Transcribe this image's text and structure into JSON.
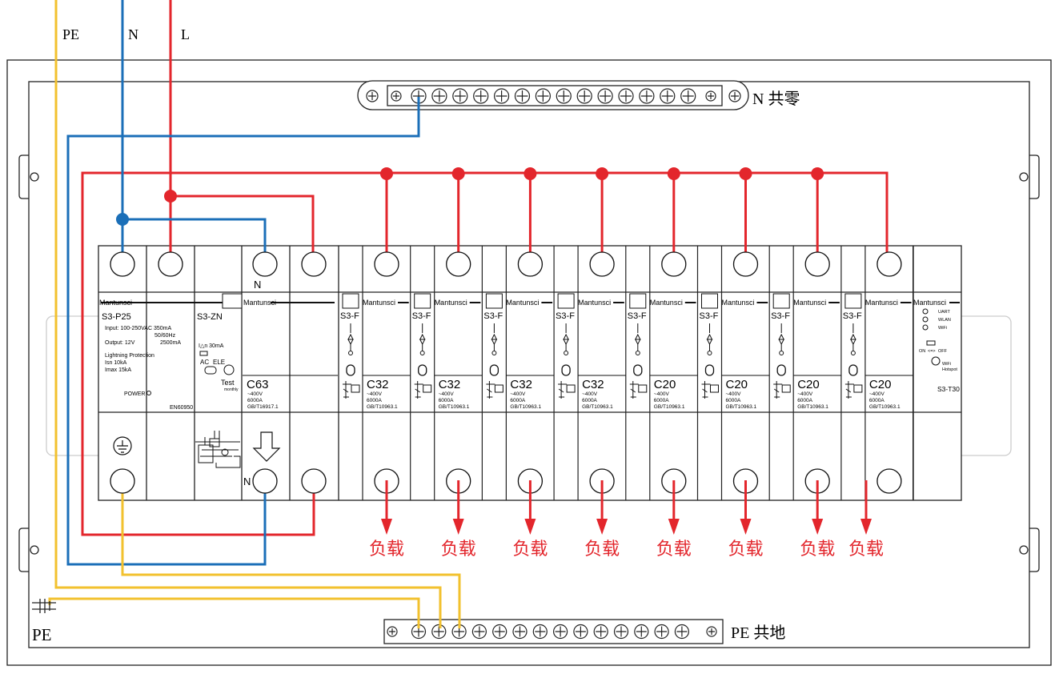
{
  "wires": {
    "pe": "PE",
    "n": "N",
    "l": "L"
  },
  "n_bar": {
    "label": "N 共零"
  },
  "pe_bar": {
    "label": "PE 共地"
  },
  "pe_terminal": {
    "label": "PE"
  },
  "colors": {
    "line": "#e3262c",
    "neutral": "#1b6fb8",
    "earth": "#f2c12e",
    "outline": "#222222"
  },
  "spd": {
    "brand": "Mantunsci",
    "model": "S3-P25",
    "input": "Input:  100-250VAC 350mA",
    "freq": "50/60Hz",
    "output": "Output: 12V",
    "output_cur": "2500mA",
    "lp": "Lightning Protection",
    "isn": "Isn 10kA",
    "imax": "Imax 15kA",
    "power": "POWER",
    "standard": "EN60950"
  },
  "rcd": {
    "model": "S3-ZN",
    "in": "I△n 30mA",
    "ac": "AC",
    "ele": "ELE",
    "test": "Test",
    "monthly": "monthly",
    "n_top": "N",
    "n_bottom": "N"
  },
  "main": {
    "brand": "Mantunsci",
    "rating": "C63",
    "volt": "~400V",
    "cap": "6000A",
    "std": "GB/T16917.1"
  },
  "breakers": [
    {
      "brand": "Mantunsci",
      "model": "S3-F",
      "rating": "C32",
      "volt": "~400V",
      "cap": "6000A",
      "std": "GB/T10963.1",
      "load": "负载"
    },
    {
      "brand": "Mantunsci",
      "model": "S3-F",
      "rating": "C32",
      "volt": "~400V",
      "cap": "6000A",
      "std": "GB/T10963.1",
      "load": "负载"
    },
    {
      "brand": "Mantunsci",
      "model": "S3-F",
      "rating": "C32",
      "volt": "~400V",
      "cap": "6000A",
      "std": "GB/T10963.1",
      "load": "负载"
    },
    {
      "brand": "Mantunsci",
      "model": "S3-F",
      "rating": "C32",
      "volt": "~400V",
      "cap": "6000A",
      "std": "GB/T10963.1",
      "load": "负载"
    },
    {
      "brand": "Mantunsci",
      "model": "S3-F",
      "rating": "C20",
      "volt": "~400V",
      "cap": "6000A",
      "std": "GB/T10963.1",
      "load": "负载"
    },
    {
      "brand": "Mantunsci",
      "model": "S3-F",
      "rating": "C20",
      "volt": "~400V",
      "cap": "6000A",
      "std": "GB/T10963.1",
      "load": "负载"
    },
    {
      "brand": "Mantunsci",
      "model": "S3-F",
      "rating": "C20",
      "volt": "~400V",
      "cap": "6000A",
      "std": "GB/T10963.1",
      "load": "负载"
    },
    {
      "brand": "Mantunsci",
      "model": "S3-F",
      "rating": "C20",
      "volt": "~400V",
      "cap": "6000A",
      "std": "GB/T10963.1",
      "load": "负载"
    }
  ],
  "gateway": {
    "brand": "Mantunsci",
    "uart": "UART",
    "wlan": "WLAN",
    "wifi": "WiFi",
    "on": "ON",
    "arrows": "<=>",
    "off": "OFF",
    "hotspot1": "WiFi",
    "hotspot2": "Hotspot",
    "model": "S3-T30"
  }
}
